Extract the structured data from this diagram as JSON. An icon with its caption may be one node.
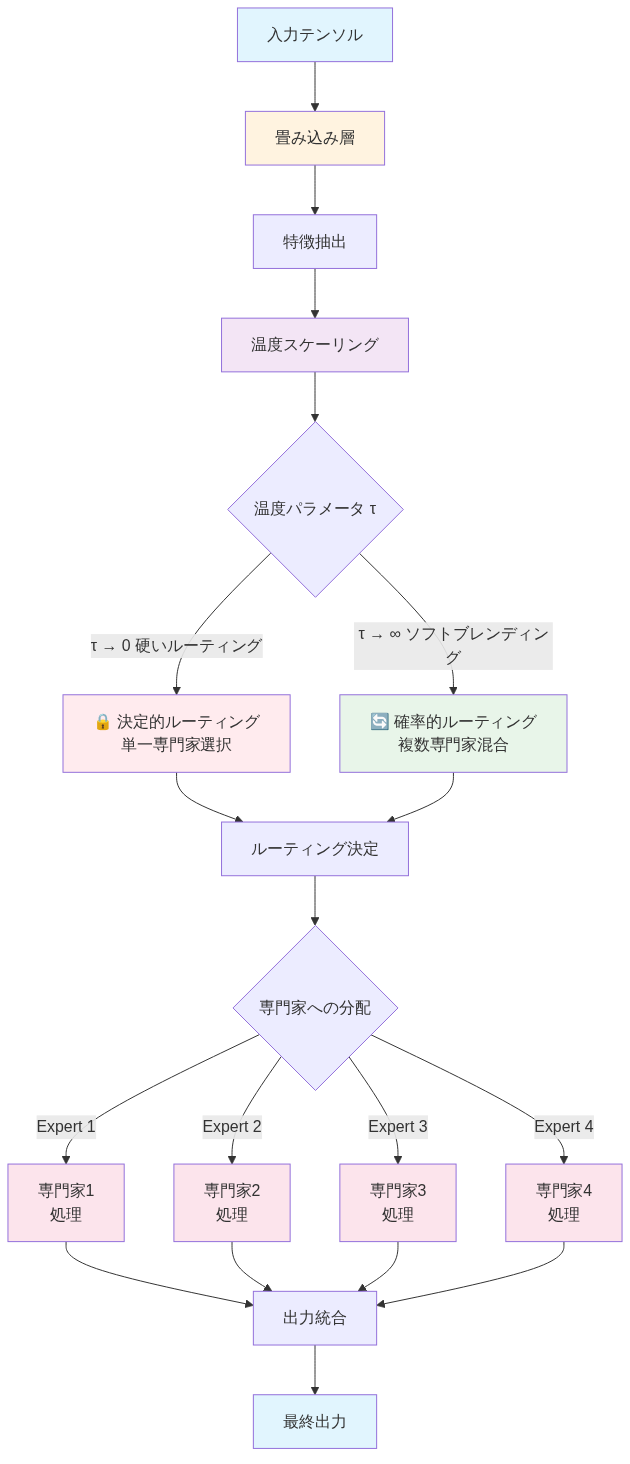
{
  "diagram": {
    "nodes": [
      {
        "text": [
          "入力テンソル"
        ]
      },
      {
        "text": [
          "畳み込み層"
        ]
      },
      {
        "text": [
          "特徴抽出"
        ]
      },
      {
        "text": [
          "温度スケーリング"
        ]
      },
      {
        "text": [
          "温度パラメータ τ"
        ]
      },
      {
        "text": [
          "🔒 決定的ルーティング",
          "単一専門家選択"
        ]
      },
      {
        "text": [
          "🔄 確率的ルーティング",
          "複数専門家混合"
        ]
      },
      {
        "text": [
          "ルーティング決定"
        ]
      },
      {
        "text": [
          "専門家への分配"
        ]
      },
      {
        "text": [
          "専門家1",
          "処理"
        ]
      },
      {
        "text": [
          "専門家2",
          "処理"
        ]
      },
      {
        "text": [
          "専門家3",
          "処理"
        ]
      },
      {
        "text": [
          "専門家4",
          "処理"
        ]
      },
      {
        "text": [
          "出力統合"
        ]
      },
      {
        "text": [
          "最終出力"
        ]
      }
    ],
    "edges": [
      {
        "from": 0,
        "to": 1,
        "arrow": "to"
      },
      {
        "from": 1,
        "to": 2,
        "arrow": "to"
      },
      {
        "from": 2,
        "to": 3,
        "arrow": "to"
      },
      {
        "from": 3,
        "to": 4,
        "arrow": "to"
      },
      {
        "from": 4,
        "to": 5,
        "arrow": "to",
        "label": "τ → 0 硬いルーティング"
      },
      {
        "from": 4,
        "to": 6,
        "arrow": "to",
        "label": "τ → ∞ ソフトブレンディング"
      },
      {
        "from": 5,
        "to": 7,
        "arrow": "to"
      },
      {
        "from": 6,
        "to": 7,
        "arrow": "to"
      },
      {
        "from": 7,
        "to": 8,
        "arrow": "to"
      },
      {
        "from": 8,
        "to": 9,
        "arrow": "to",
        "label": "Expert 1"
      },
      {
        "from": 8,
        "to": 10,
        "arrow": "to",
        "label": "Expert 2"
      },
      {
        "from": 8,
        "to": 11,
        "arrow": "to",
        "label": "Expert 3"
      },
      {
        "from": 8,
        "to": 12,
        "arrow": "to",
        "label": "Expert 4"
      },
      {
        "from": 9,
        "to": 13,
        "arrow": "to"
      },
      {
        "from": 10,
        "to": 13,
        "arrow": "to"
      },
      {
        "from": 11,
        "to": 13,
        "arrow": "to"
      },
      {
        "from": 12,
        "to": 13,
        "arrow": "to"
      },
      {
        "from": 13,
        "to": 14,
        "arrow": "to"
      }
    ]
  }
}
